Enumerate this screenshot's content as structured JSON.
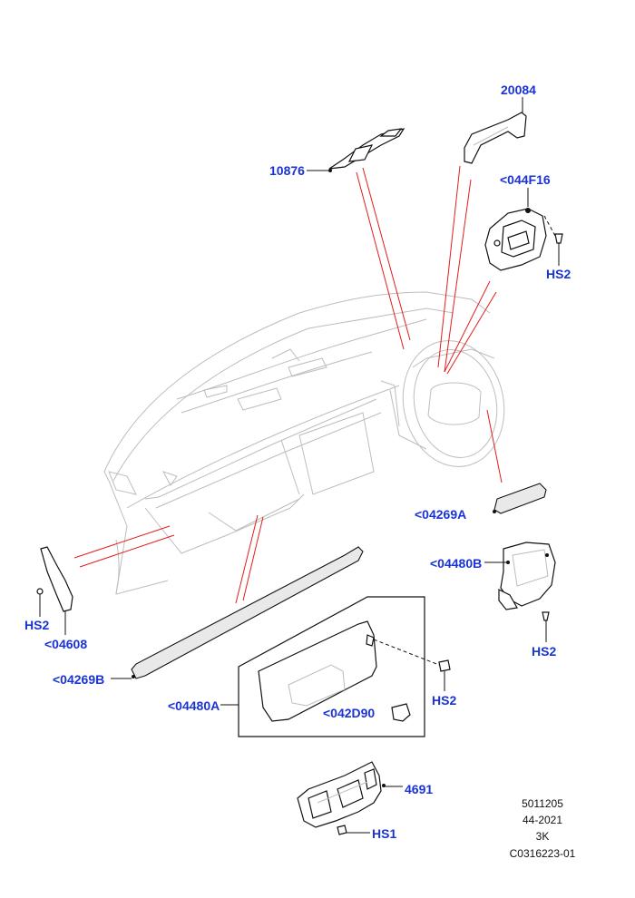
{
  "callouts": {
    "c20084": "20084",
    "c10876": "10876",
    "c044F16": "<044F16",
    "hs2_top": "HS2",
    "c04269A": "<04269A",
    "c04480B": "<04480B",
    "hs2_right": "HS2",
    "hs2_left": "HS2",
    "c04608": "<04608",
    "c04269B": "<04269B",
    "c04480A": "<04480A",
    "hs2_mid": "HS2",
    "c042D90": "<042D90",
    "c4691": "4691",
    "hs1": "HS1"
  },
  "footer": {
    "line1": "5011205",
    "line2": "44-2021",
    "line3": "3K",
    "line4": "C0316223-01"
  },
  "colors": {
    "callout": "#1a33d6",
    "reference_line": "#e21d1d",
    "ghost_outline": "#bdbdbd"
  }
}
